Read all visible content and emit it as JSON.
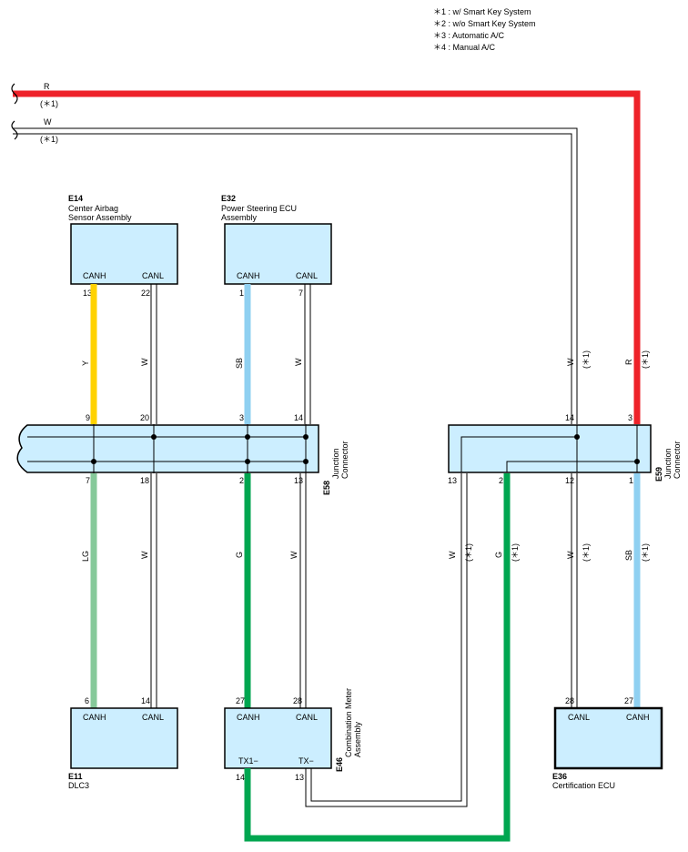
{
  "legend": [
    "＊1 : w/ Smart Key System",
    "＊2 : w/o Smart Key System",
    "＊3 : Automatic A/C",
    "＊4 : Manual A/C"
  ],
  "colors": {
    "R": "#ee2229",
    "Y": "#ffd200",
    "SB": "#8fd0f1",
    "LG": "#86c99a",
    "G": "#00a650",
    "W": "#ffffff",
    "box_fill": "#cceeff"
  },
  "top_wires": [
    {
      "color": "R",
      "note": "(＊1)"
    },
    {
      "color": "W",
      "note": "(＊1)"
    }
  ],
  "components": {
    "e14": {
      "code": "E14",
      "name_lines": [
        "Center Airbag",
        "Sensor Assembly"
      ],
      "t1": "CANH",
      "t2": "CANL",
      "p1": "13",
      "p2": "22"
    },
    "e32": {
      "code": "E32",
      "name_lines": [
        "Power Steering ECU",
        "Assembly"
      ],
      "t1": "CANH",
      "t2": "CANL",
      "p1": "1",
      "p2": "7"
    },
    "e11": {
      "code": "E11",
      "name_lines": [
        "DLC3"
      ],
      "t1": "CANH",
      "t2": "CANL",
      "p1": "6",
      "p2": "14"
    },
    "e46": {
      "code": "E46",
      "name_lines": [
        "Combination Meter",
        "Assembly"
      ],
      "t1": "CANH",
      "t2": "CANL",
      "t3": "TX1−",
      "t4": "TX−",
      "p1": "27",
      "p2": "28",
      "p3": "14",
      "p4": "13"
    },
    "e36": {
      "code": "E36",
      "name_lines": [
        "Certification ECU"
      ],
      "t1": "CANL",
      "t2": "CANH",
      "p1": "28",
      "p2": "27"
    },
    "e58": {
      "code": "E58",
      "name_lines": [
        "Junction",
        "Connector"
      ],
      "top_pins": [
        "9",
        "20",
        "3",
        "14"
      ],
      "bottom_pins": [
        "7",
        "18",
        "2",
        "13"
      ]
    },
    "e59": {
      "code": "E59",
      "name_lines": [
        "Junction",
        "Connector"
      ],
      "top_pins": [
        "14",
        "3"
      ],
      "bottom_pins": [
        "13",
        "2",
        "12",
        "1"
      ]
    }
  },
  "wire_labels": {
    "e14_canh": "Y",
    "e14_canl": "W",
    "e32_canh": "SB",
    "e32_canl": "W",
    "e11_canh": "LG",
    "e11_canl": "W",
    "e46_canh": "G",
    "e46_canl": "W",
    "e59_in_w": "W",
    "e59_in_r": "R",
    "e59_out_13": "W",
    "e59_out_2": "G",
    "e59_out_12": "W",
    "e59_out_1": "SB",
    "note": "(＊1)"
  }
}
